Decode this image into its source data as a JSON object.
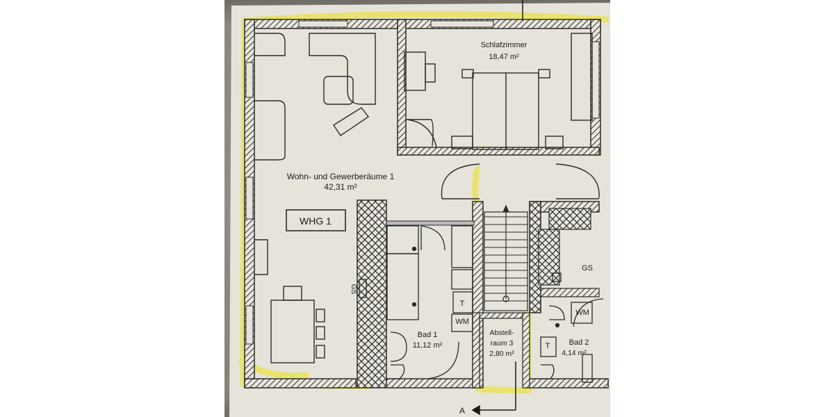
{
  "plan": {
    "rooms": {
      "schlafzimmer": {
        "name": "Schlafzimmer",
        "area": "18,47 m²"
      },
      "wohn": {
        "name": "Wohn- und Gewerberäume 1",
        "area": "42,31 m²"
      },
      "bad1": {
        "name": "Bad 1",
        "area": "11,12 m²"
      },
      "abstell": {
        "name_line1": "Abstell-",
        "name_line2": "raum 3",
        "area": "2,80 m²"
      },
      "bad2": {
        "name": "Bad 2",
        "area": "4,14 m²"
      }
    },
    "unit_label": "WHG 1",
    "fixtures": {
      "gs": "GS",
      "wm1": "WM",
      "wm2": "WM",
      "t1": "T",
      "t2": "T",
      "gs_vertical": "GS"
    },
    "section_marker": "A"
  },
  "colors": {
    "paper": "#e6e3da",
    "wall_line": "#2a2a2a",
    "highlight": "#e8e35a"
  }
}
